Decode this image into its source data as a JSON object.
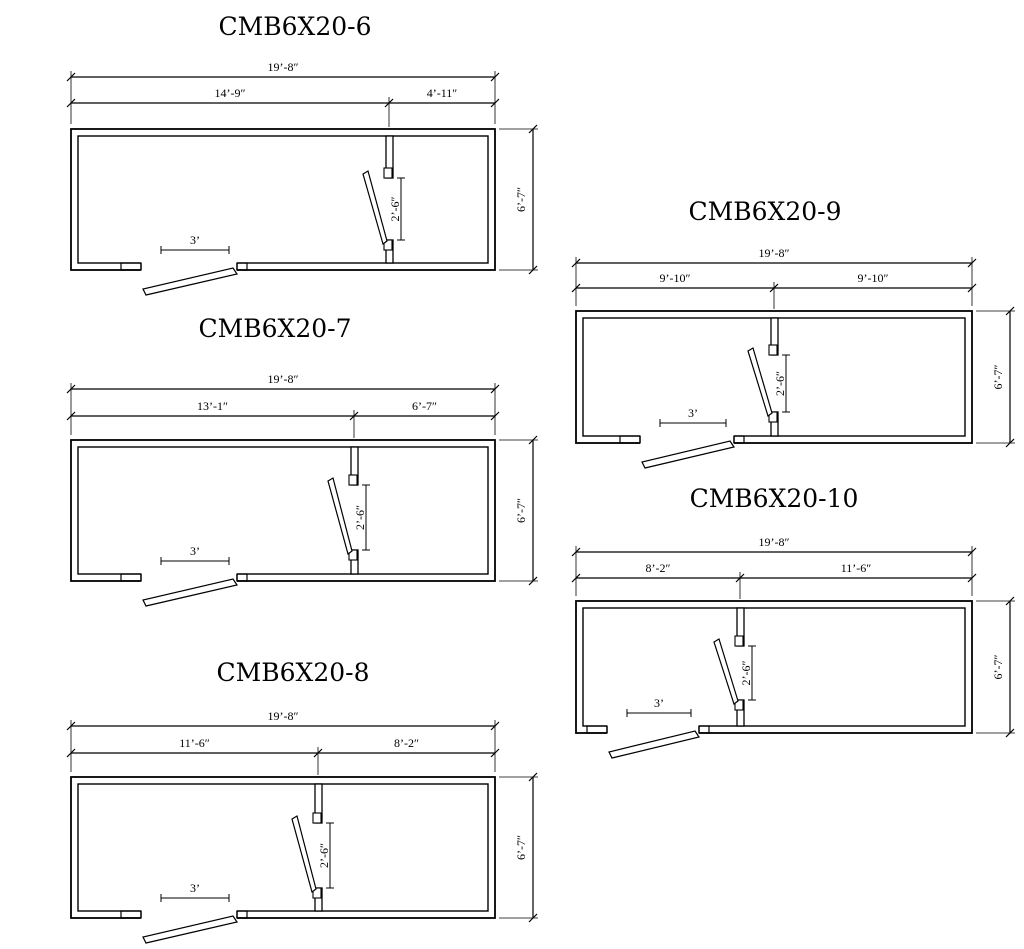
{
  "plans": [
    {
      "id": "cmb6x20-6",
      "title": "CMB6X20-6",
      "overall": "19’-8″",
      "left_room": "14’-9″",
      "right_room": "4’-11″",
      "depth": "6’-7″",
      "exterior_door": "3’",
      "interior_door": "2’-6″"
    },
    {
      "id": "cmb6x20-7",
      "title": "CMB6X20-7",
      "overall": "19’-8″",
      "left_room": "13’-1″",
      "right_room": "6’-7″",
      "depth": "6’-7″",
      "exterior_door": "3’",
      "interior_door": "2’-6″"
    },
    {
      "id": "cmb6x20-8",
      "title": "CMB6X20-8",
      "overall": "19’-8″",
      "left_room": "11’-6″",
      "right_room": "8’-2″",
      "depth": "6’-7″",
      "exterior_door": "3’",
      "interior_door": "2’-6″"
    },
    {
      "id": "cmb6x20-9",
      "title": "CMB6X20-9",
      "overall": "19’-8″",
      "left_room": "9’-10″",
      "right_room": "9’-10″",
      "depth": "6’-7″",
      "exterior_door": "3’",
      "interior_door": "2’-6″"
    },
    {
      "id": "cmb6x20-10",
      "title": "CMB6X20-10",
      "overall": "19’-8″",
      "left_room": "8’-2″",
      "right_room": "11’-6″",
      "depth": "6’-7″",
      "exterior_door": "3’",
      "interior_door": "2’-6″"
    }
  ]
}
